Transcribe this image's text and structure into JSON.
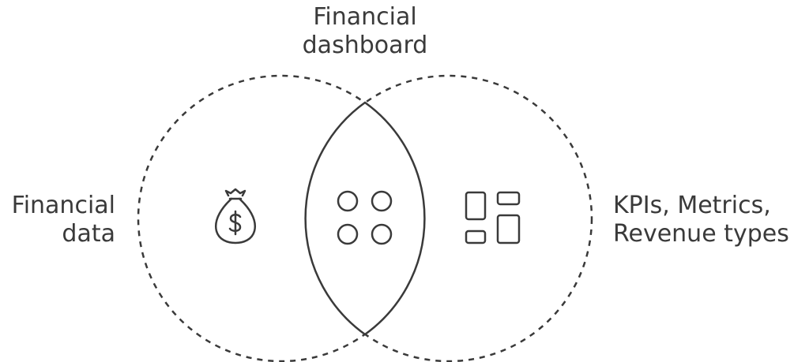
{
  "diagram": {
    "title_lines": [
      "Financial",
      "dashboard"
    ],
    "left_lines": [
      "Financial",
      "data"
    ],
    "right_lines": [
      "KPIs, Metrics,",
      "Revenue types"
    ],
    "icons": {
      "left": "money-bag-icon",
      "center": "four-circles-icon",
      "right": "dashboard-layout-icon"
    },
    "colors": {
      "stroke": "#3a3a3a",
      "background": "#ffffff"
    }
  }
}
